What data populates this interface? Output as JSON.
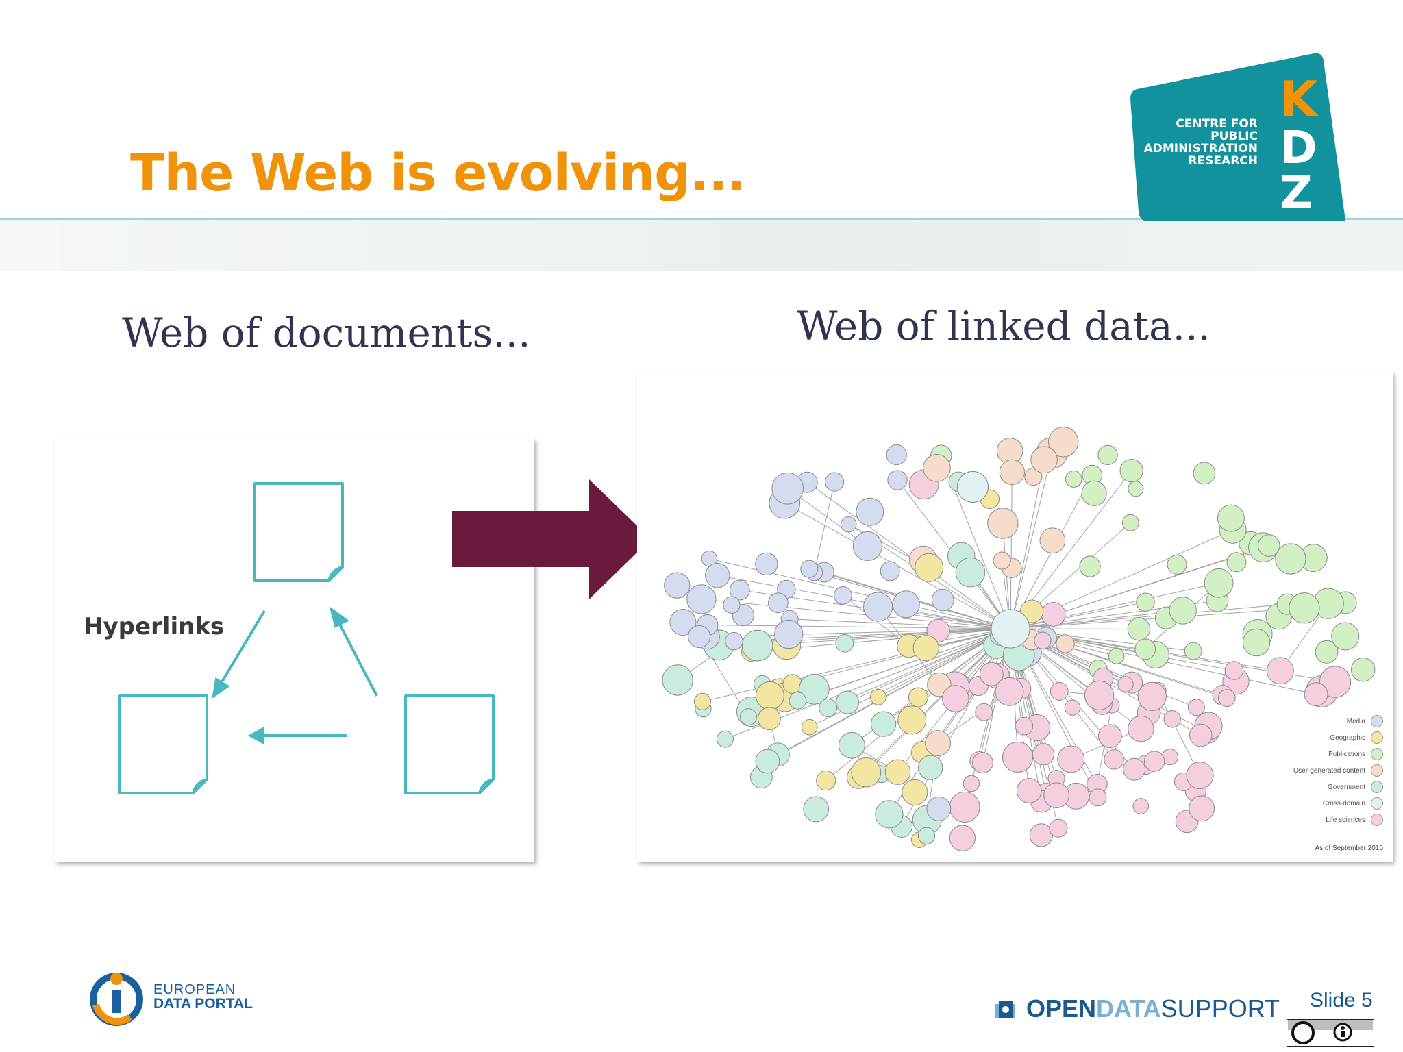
{
  "slide": {
    "title": "The Web is evolving...",
    "slide_label": "Slide 5"
  },
  "header_logo": {
    "lines": [
      "CENTRE FOR",
      "PUBLIC",
      "ADMINISTRATION",
      "RESEARCH"
    ],
    "letters": [
      "K",
      "D",
      "Z"
    ],
    "color": "#12929d"
  },
  "left": {
    "heading": "Web of documents...",
    "label": "Hyperlinks"
  },
  "right": {
    "heading": "Web of linked data...",
    "legend": [
      "Media",
      "Geographic",
      "Publications",
      "User-generated content",
      "Government",
      "Cross-domain",
      "Life sciences"
    ],
    "legend_colors": [
      "#d6dcf0",
      "#f3e6a2",
      "#d3efc4",
      "#f6dccb",
      "#c9ecdc",
      "#e2f2f2",
      "#f3cfe0"
    ],
    "caption": "As of September 2010"
  },
  "arrow_color": "#6a1a3c",
  "accent_color": "#f0920a",
  "footer": {
    "edp_top": "EUROPEAN",
    "edp_bottom": "DATA PORTAL",
    "ods_words": [
      "OPEN",
      "DATA",
      "SUPPORT"
    ]
  }
}
